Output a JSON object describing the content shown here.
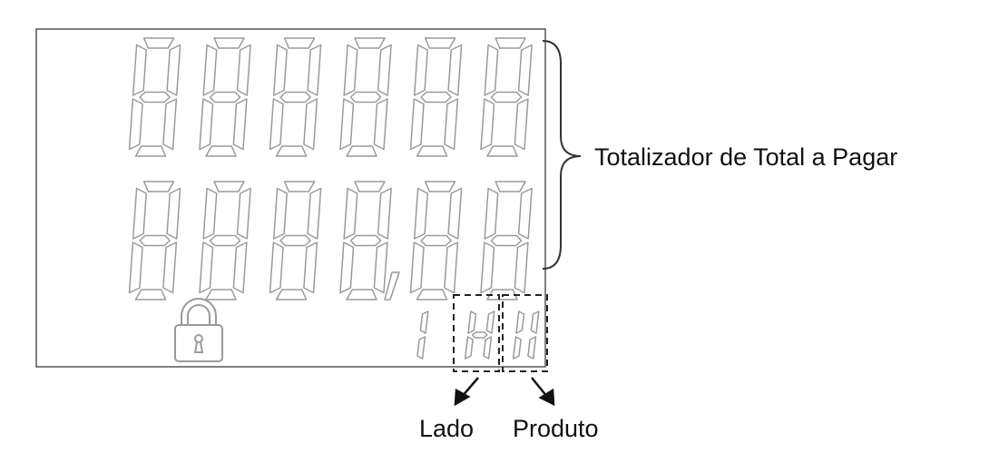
{
  "labels": {
    "totalizador": "Totalizador de Total a Pagar",
    "lado": "Lado",
    "produto": "Produto"
  },
  "display": {
    "row1_digits": 6,
    "row2_digits": 6,
    "row2_decimal_separator": ",",
    "icon": "padlock-icon"
  },
  "colors": {
    "segment": "#9a9a9a",
    "frame": "#555555",
    "dashed_box": "#222222",
    "bracket": "#333333",
    "text": "#111111"
  }
}
